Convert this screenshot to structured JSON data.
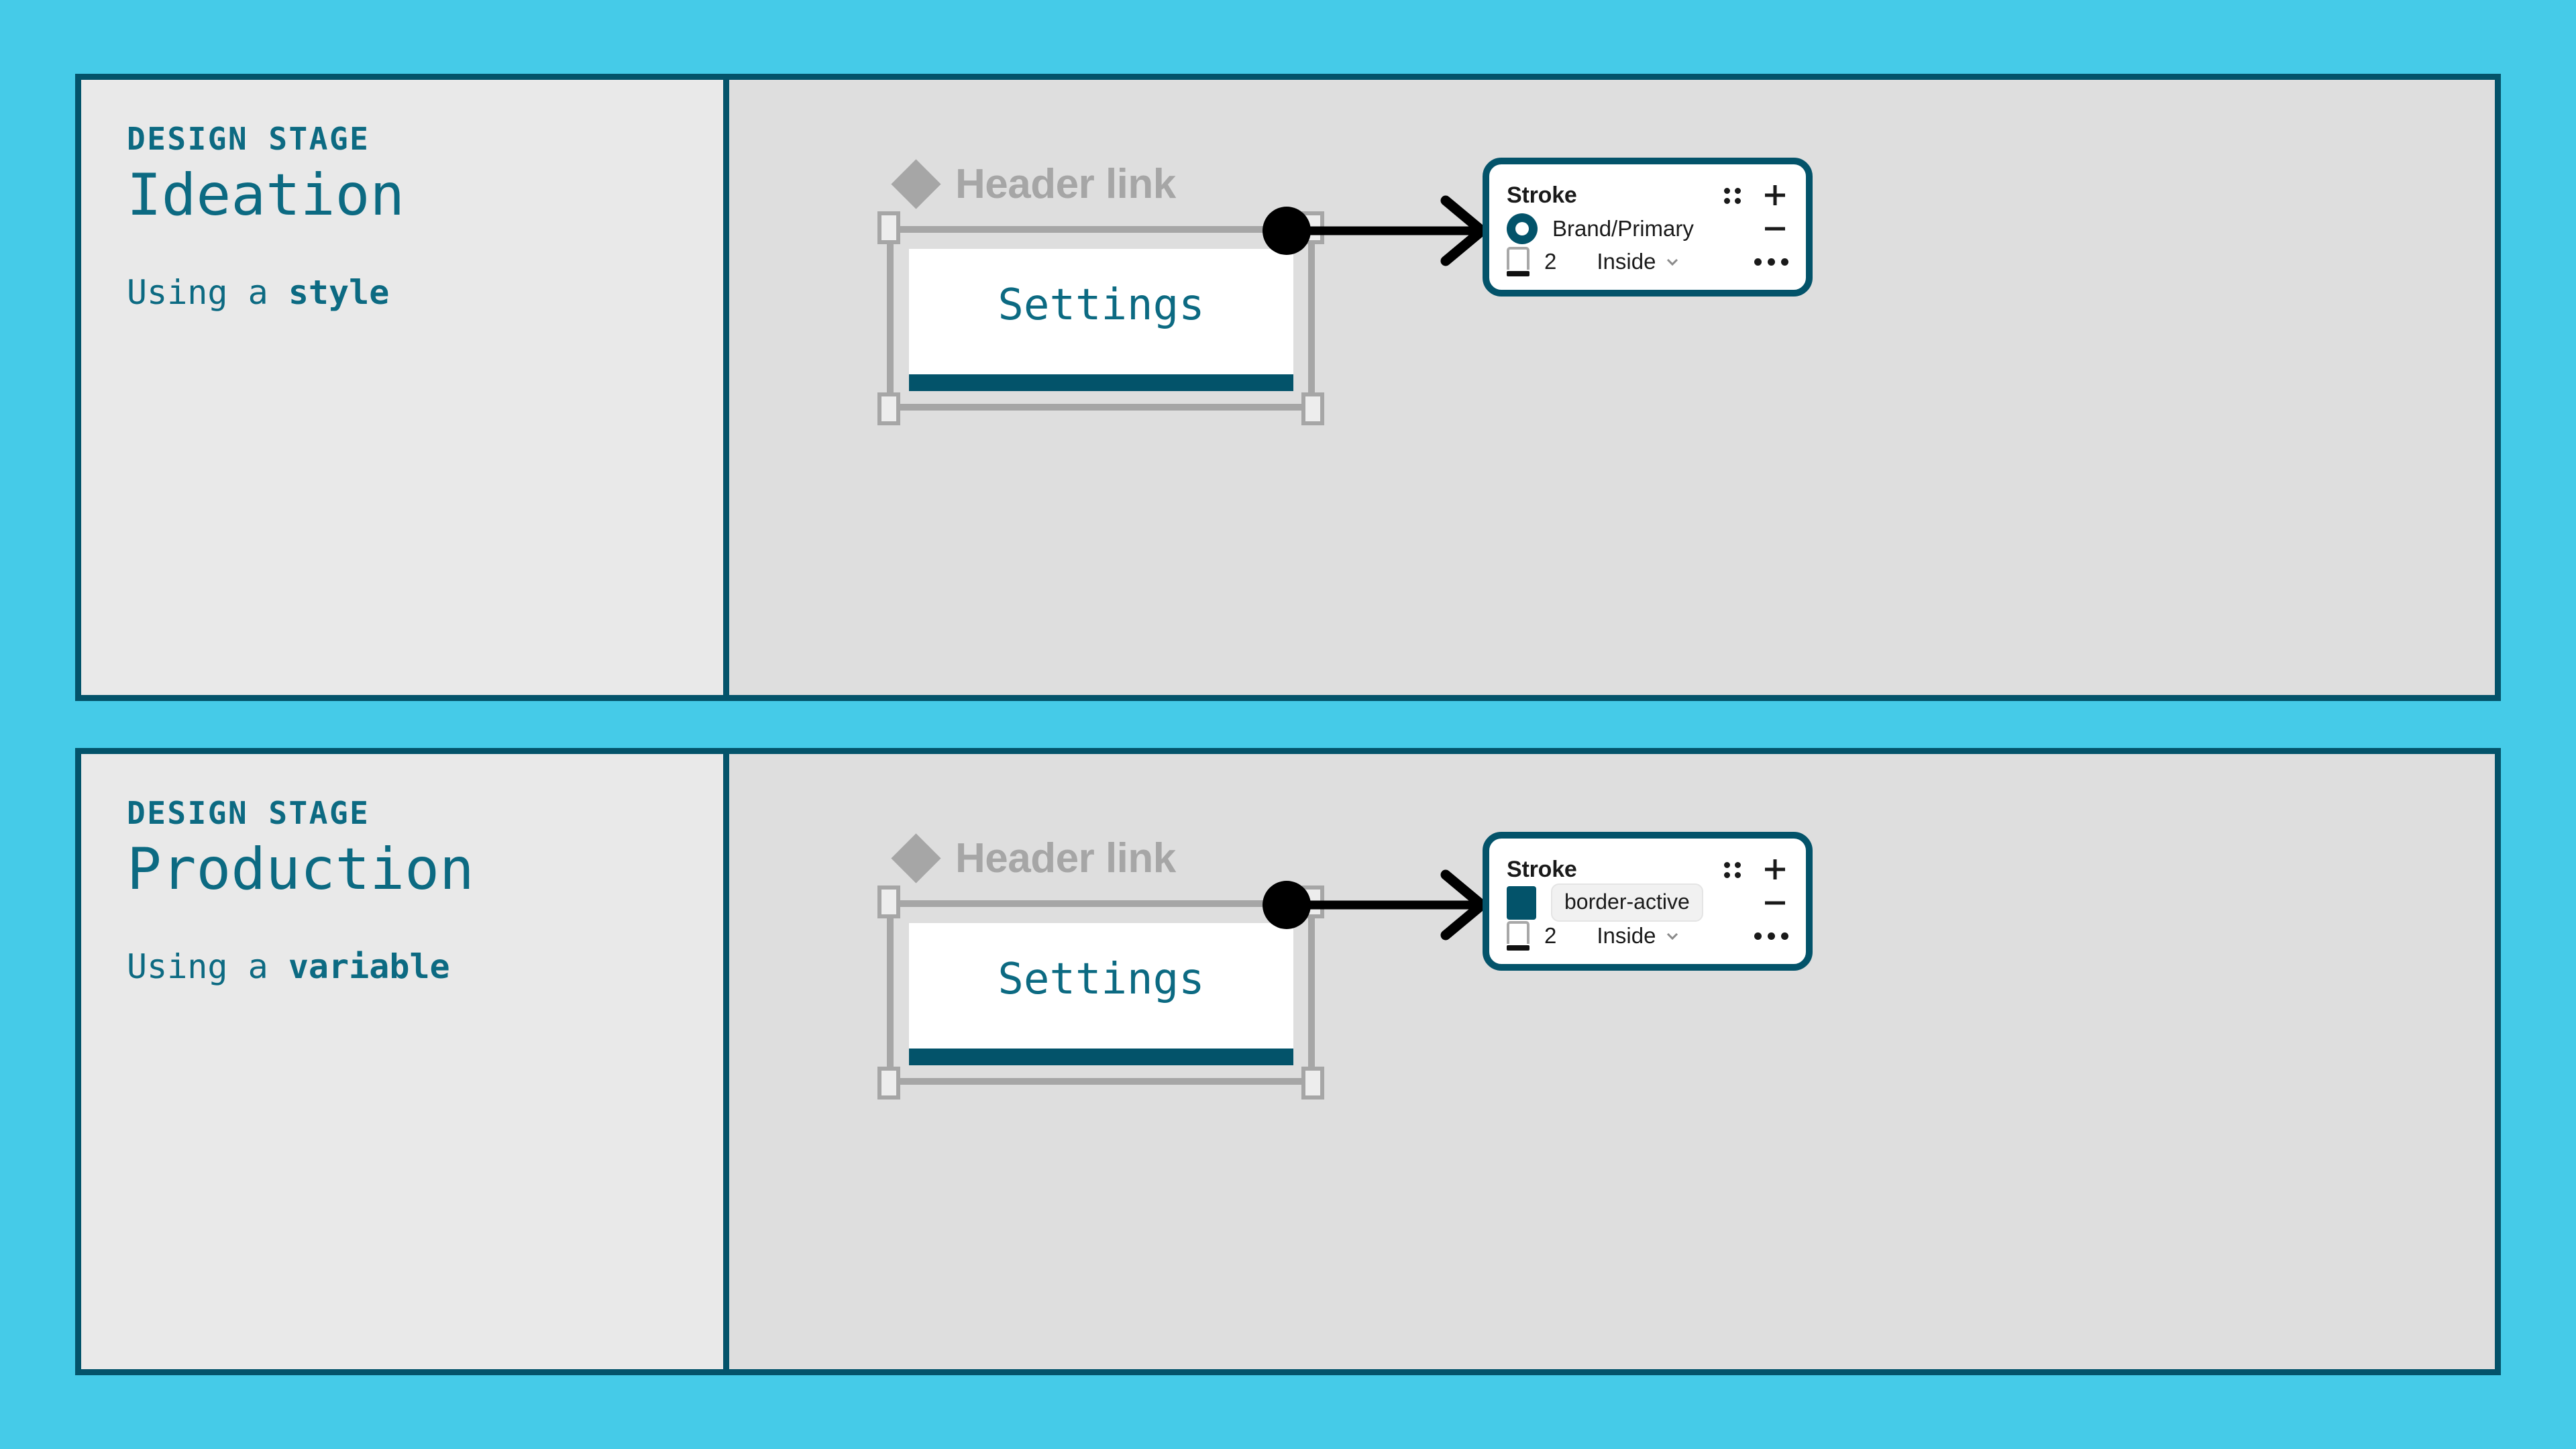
{
  "theme": {
    "background": "#45cbe8",
    "panel_border": "#03536a",
    "panel_bg_left": "#e9e9e9",
    "panel_bg_canvas": "#dedede",
    "accent_teal": "#0c6a82",
    "stroke_teal": "#03536a",
    "muted_gray": "#a6a6a6"
  },
  "panels": [
    {
      "caption": {
        "eyebrow": "DESIGN STAGE",
        "stage": "Ideation",
        "note_prefix": "Using a ",
        "note_emphasis": "style"
      },
      "canvas": {
        "header_link": {
          "icon": "diamond-cluster-icon",
          "label": "Header link"
        },
        "button": {
          "label": "Settings"
        },
        "connector": {
          "start_marker": "filled-circle",
          "end_marker": "arrowhead"
        },
        "stroke_panel": {
          "title": "Stroke",
          "drag_handle_icon": "dot-grid-icon",
          "add_icon": "plus-icon",
          "paint_row": {
            "paint_kind": "style",
            "swatch_icon": "style-ring-icon",
            "name": "Brand/Primary",
            "remove_icon": "minus-icon"
          },
          "weight_row": {
            "weight_icon": "stroke-weight-icon",
            "weight": "2",
            "align": "Inside",
            "align_caret_icon": "chevron-down-icon",
            "more_icon": "ellipsis-icon"
          }
        }
      }
    },
    {
      "caption": {
        "eyebrow": "DESIGN STAGE",
        "stage": "Production",
        "note_prefix": "Using a ",
        "note_emphasis": "variable"
      },
      "canvas": {
        "header_link": {
          "icon": "diamond-cluster-icon",
          "label": "Header link"
        },
        "button": {
          "label": "Settings"
        },
        "connector": {
          "start_marker": "filled-circle",
          "end_marker": "arrowhead"
        },
        "stroke_panel": {
          "title": "Stroke",
          "drag_handle_icon": "dot-grid-icon",
          "add_icon": "plus-icon",
          "paint_row": {
            "paint_kind": "variable",
            "swatch_icon": "color-swatch-icon",
            "name": "border-active",
            "remove_icon": "minus-icon"
          },
          "weight_row": {
            "weight_icon": "stroke-weight-icon",
            "weight": "2",
            "align": "Inside",
            "align_caret_icon": "chevron-down-icon",
            "more_icon": "ellipsis-icon"
          }
        }
      }
    }
  ]
}
